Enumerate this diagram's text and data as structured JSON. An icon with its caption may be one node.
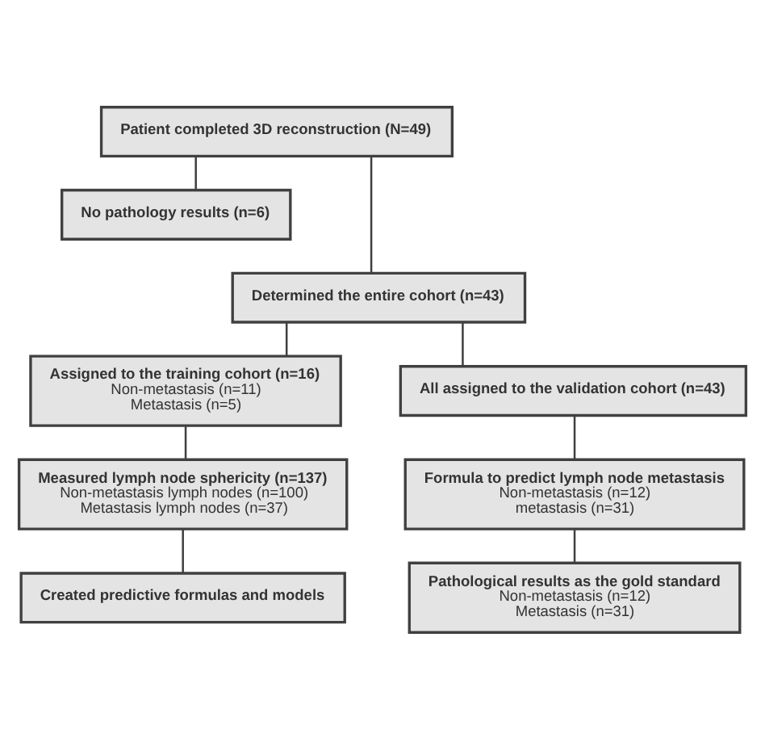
{
  "diagram": {
    "nodes": [
      {
        "text": [
          "Patient completed 3D reconstruction (N=49)"
        ]
      },
      {
        "text": [
          "No pathology results (n=6)"
        ]
      },
      {
        "text": [
          "Determined the entire cohort (n=43)"
        ]
      },
      {
        "text": [
          "Assigned to the training cohort (n=16)",
          "Non-metastasis (n=11)",
          "Metastasis (n=5)"
        ]
      },
      {
        "text": [
          "All assigned to the validation cohort (n=43)"
        ]
      },
      {
        "text": [
          "Measured lymph node sphericity (n=137)",
          "Non-metastasis lymph nodes (n=100)",
          "Metastasis lymph nodes (n=37)"
        ]
      },
      {
        "text": [
          "Formula to predict lymph node metastasis",
          "Non-metastasis (n=12)",
          "metastasis (n=31)"
        ]
      },
      {
        "text": [
          "Created predictive formulas and models"
        ]
      },
      {
        "text": [
          "Pathological results as the gold standard",
          "Non-metastasis (n=12)",
          "Metastasis (n=31)"
        ]
      }
    ],
    "edges": [
      {
        "from": 0,
        "to": 1,
        "arrow": "none"
      },
      {
        "from": 0,
        "to": 2,
        "arrow": "none"
      },
      {
        "from": 2,
        "to": 3,
        "arrow": "none"
      },
      {
        "from": 2,
        "to": 4,
        "arrow": "none"
      },
      {
        "from": 3,
        "to": 5,
        "arrow": "none"
      },
      {
        "from": 4,
        "to": 6,
        "arrow": "none"
      },
      {
        "from": 5,
        "to": 7,
        "arrow": "none"
      },
      {
        "from": 6,
        "to": 8,
        "arrow": "none"
      }
    ]
  }
}
